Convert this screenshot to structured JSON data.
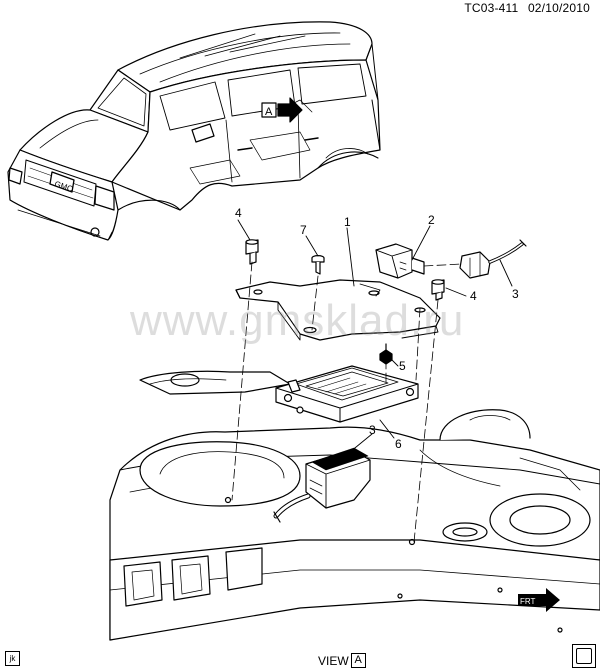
{
  "header": {
    "code": "TC03-411",
    "date": "02/10/2010"
  },
  "callouts": {
    "c1": "1",
    "c2": "2",
    "c3a": "3",
    "c3b": "3",
    "c4a": "4",
    "c4b": "4",
    "c5": "5",
    "c6": "6",
    "c7": "7"
  },
  "view_tag": "A",
  "front_arrow_label": "FRT",
  "footer": {
    "view_label": "VIEW",
    "view_letter": "A",
    "frame_mark": "jk"
  },
  "watermark": "www.gmsklad.ru"
}
